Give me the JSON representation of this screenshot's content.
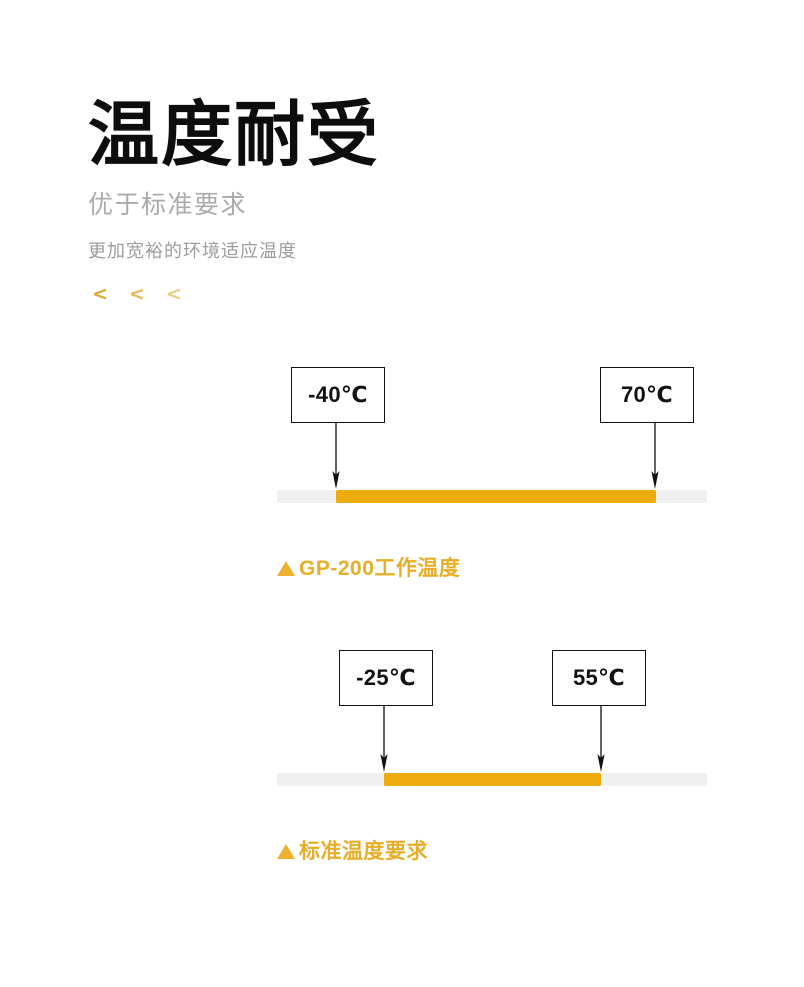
{
  "header": {
    "title": "温度耐受",
    "subtitle": "优于标准要求",
    "tagline": "更加宽裕的环境适应温度",
    "chevrons": [
      "<",
      "<",
      "<"
    ]
  },
  "colors": {
    "accent_gold": "#eeab0e",
    "caption_gold": "#e8ae28",
    "track_gray": "#f0f0f0",
    "title_black": "#0d0d0d",
    "subtitle_gray": "#ababab",
    "tagline_gray": "#9d9d9d"
  },
  "chart_data": {
    "type": "bar",
    "title": "温度耐受",
    "xlabel": "",
    "ylabel": "",
    "series": [
      {
        "name": "GP-200工作温度",
        "min_label": "-40℃",
        "max_label": "70℃",
        "min": -40,
        "max": 70
      },
      {
        "name": "标准温度要求",
        "min_label": "-25℃",
        "max_label": "55℃",
        "min": -25,
        "max": 55
      }
    ],
    "axis_range": [
      -60,
      90
    ],
    "unit": "℃",
    "grid": false,
    "legend": "none"
  },
  "gauges": [
    {
      "caption": "▲GP-200工作温度",
      "caption_text": "GP-200工作温度",
      "min_label": "-40℃",
      "max_label": "70℃"
    },
    {
      "caption": "▲标准温度要求",
      "caption_text": "标准温度要求",
      "min_label": "-25℃",
      "max_label": "55℃"
    }
  ]
}
